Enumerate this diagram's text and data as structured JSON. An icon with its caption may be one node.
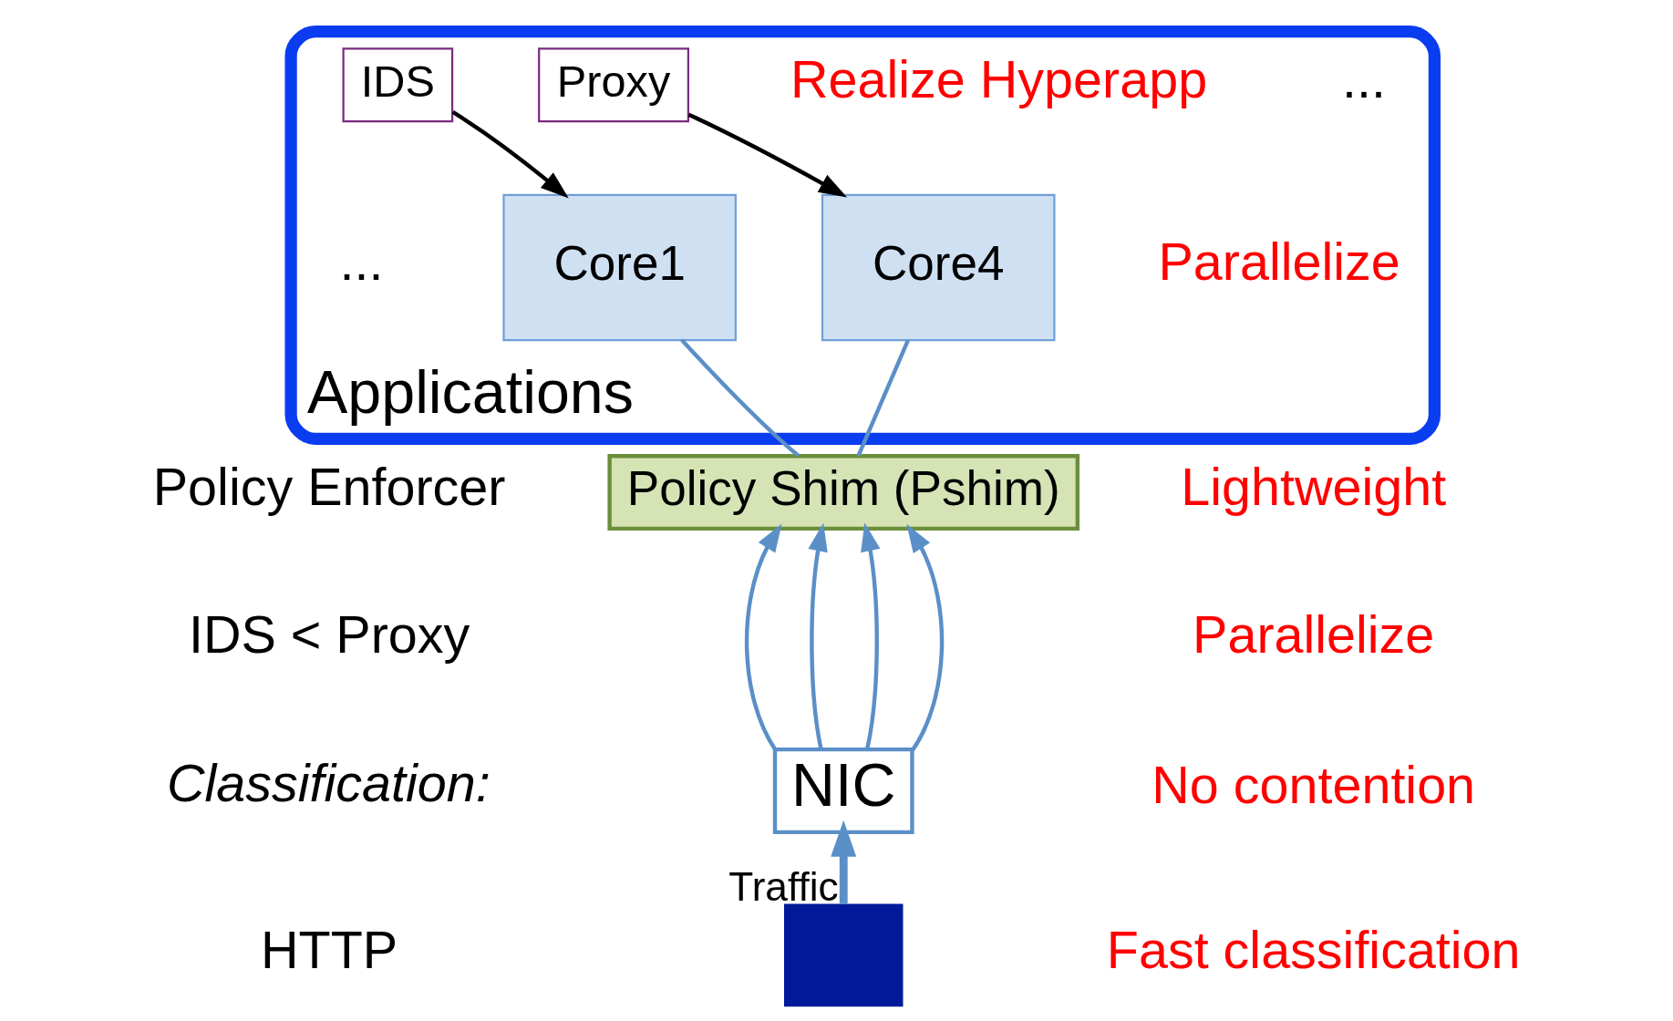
{
  "diagram": {
    "nodes": [
      {
        "text": [
          "Applications"
        ]
      },
      {
        "text": [
          "IDS"
        ],
        "in": 0
      },
      {
        "text": [
          "Proxy"
        ],
        "in": 0
      },
      {
        "text": [
          "Core1"
        ],
        "in": 0
      },
      {
        "text": [
          "Core4"
        ],
        "in": 0
      },
      {
        "text": [
          "Policy Shim (Pshim)"
        ]
      },
      {
        "text": [
          "NIC"
        ]
      },
      {
        "text": [],
        "shape": "box"
      }
    ],
    "edges": [
      {
        "from": 1,
        "to": 3,
        "arrow": "to",
        "color": "#000000"
      },
      {
        "from": 2,
        "to": 4,
        "arrow": "to",
        "color": "#000000"
      },
      {
        "from": 5,
        "to": 3,
        "arrow": "none"
      },
      {
        "from": 5,
        "to": 4,
        "arrow": "none"
      },
      {
        "from": 6,
        "to": 5,
        "arrow": "to"
      },
      {
        "from": 6,
        "to": 5,
        "arrow": "to"
      },
      {
        "from": 6,
        "to": 5,
        "arrow": "to"
      },
      {
        "from": 6,
        "to": 5,
        "arrow": "to"
      },
      {
        "from": 7,
        "to": 6,
        "arrow": "to",
        "label": "Traffic",
        "style": "thick"
      }
    ],
    "labels": [
      "...",
      "Realize Hyperapp",
      "Parallelize",
      "...",
      "Policy Enforcer",
      "Lightweight",
      "IDS < Proxy",
      "Parallelize",
      "No contention",
      "Classification:",
      "Fast classification",
      "HTTP"
    ]
  }
}
